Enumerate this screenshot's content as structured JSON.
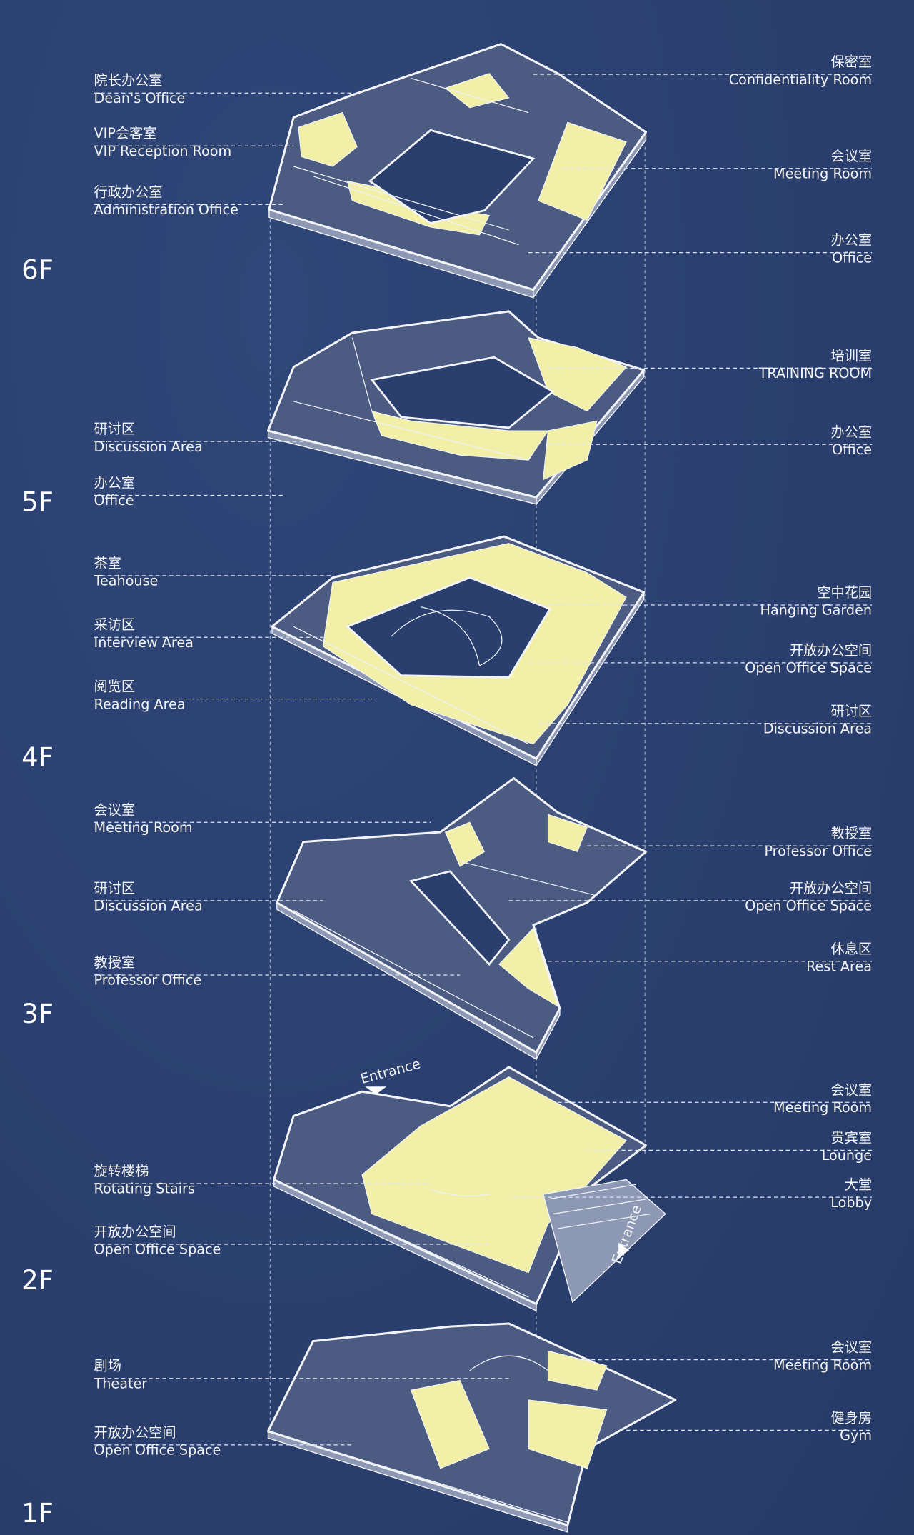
{
  "colors": {
    "background": "#2b4171",
    "floor": "#4b5b82",
    "highlight": "#f2efa8",
    "line": "#f2f4f8"
  },
  "floors": [
    {
      "name": "6F",
      "left": [
        {
          "cn": "院长办公室",
          "en": "Dean's Office"
        },
        {
          "cn": "VIP会客室",
          "en": "VIP Reception Room"
        },
        {
          "cn": "行政办公室",
          "en": "Administration Office"
        }
      ],
      "right": [
        {
          "cn": "保密室",
          "en": "Confidentiality Room"
        },
        {
          "cn": "会议室",
          "en": "Meeting Room"
        },
        {
          "cn": "办公室",
          "en": "Office"
        }
      ]
    },
    {
      "name": "5F",
      "left": [
        {
          "cn": "研讨区",
          "en": "Discussion Area"
        },
        {
          "cn": "办公室",
          "en": "Office"
        }
      ],
      "right": [
        {
          "cn": "培训室",
          "en": "TRAINING ROOM"
        },
        {
          "cn": "办公室",
          "en": "Office"
        }
      ]
    },
    {
      "name": "4F",
      "left": [
        {
          "cn": "茶室",
          "en": "Teahouse"
        },
        {
          "cn": "采访区",
          "en": "Interview Area"
        },
        {
          "cn": "阅览区",
          "en": "Reading Area"
        }
      ],
      "right": [
        {
          "cn": "空中花园",
          "en": "Hanging Garden"
        },
        {
          "cn": "开放办公空间",
          "en": "Open Office Space"
        },
        {
          "cn": "研讨区",
          "en": "Discussion Area"
        }
      ]
    },
    {
      "name": "3F",
      "left": [
        {
          "cn": "会议室",
          "en": "Meeting Room"
        },
        {
          "cn": "研讨区",
          "en": "Discussion Area"
        },
        {
          "cn": "教授室",
          "en": "Professor Office"
        }
      ],
      "right": [
        {
          "cn": "教授室",
          "en": "Professor Office"
        },
        {
          "cn": "开放办公空间",
          "en": "Open Office Space"
        },
        {
          "cn": "休息区",
          "en": "Rest Area"
        }
      ]
    },
    {
      "name": "2F",
      "left": [
        {
          "cn": "旋转楼梯",
          "en": "Rotating Stairs"
        },
        {
          "cn": "开放办公空间",
          "en": "Open Office Space"
        }
      ],
      "right": [
        {
          "cn": "会议室",
          "en": "Meeting Room"
        },
        {
          "cn": "贵宾室",
          "en": "Lounge"
        },
        {
          "cn": "大堂",
          "en": "Lobby"
        }
      ],
      "entrance_labels": [
        "Entrance",
        "Entrance"
      ]
    },
    {
      "name": "1F",
      "left": [
        {
          "cn": "剧场",
          "en": "Theater"
        },
        {
          "cn": "开放办公空间",
          "en": "Open Office Space"
        }
      ],
      "right": [
        {
          "cn": "会议室",
          "en": "Meeting Room"
        },
        {
          "cn": "健身房",
          "en": "Gym"
        }
      ]
    }
  ]
}
